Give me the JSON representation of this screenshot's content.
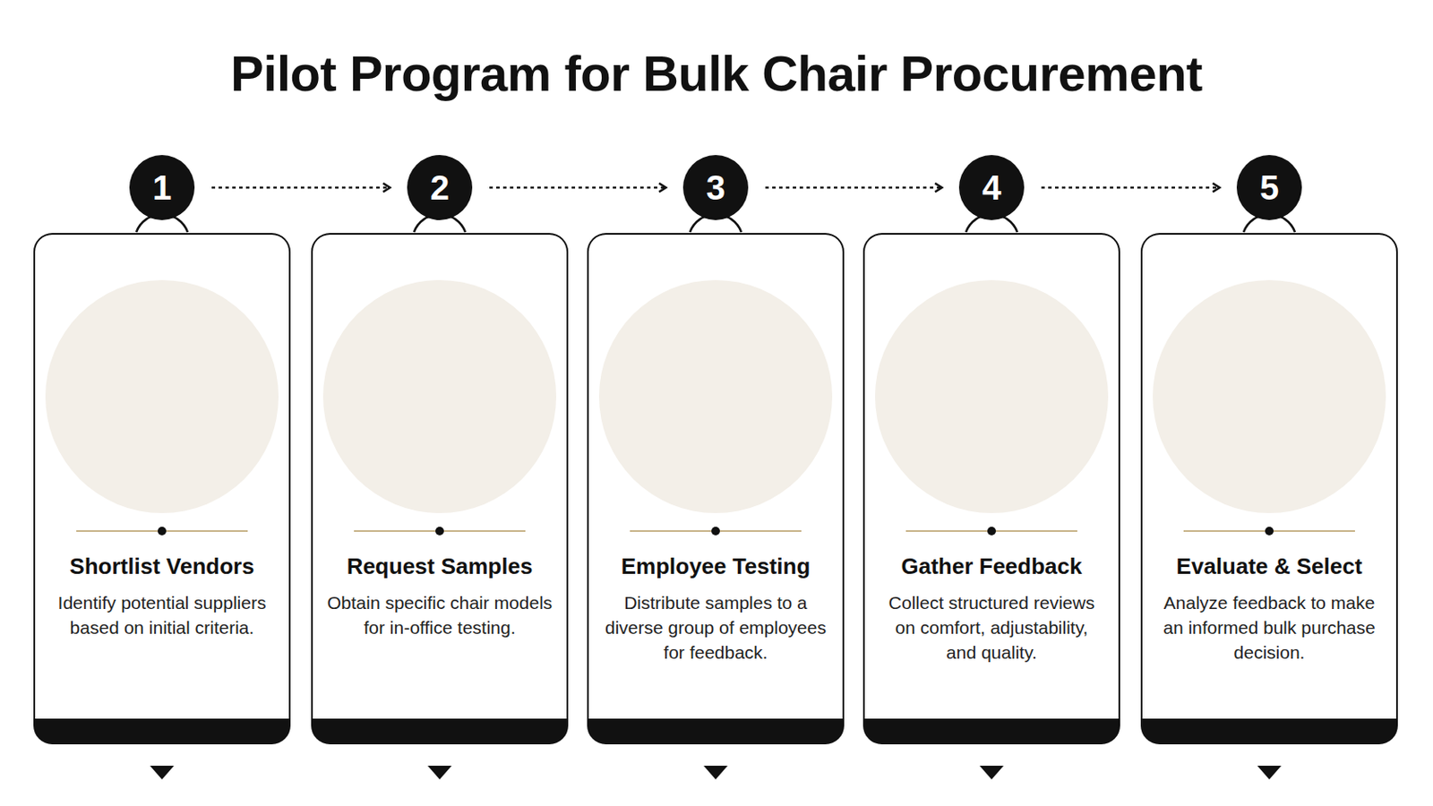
{
  "diagram": {
    "title": "Pilot Program for Bulk Chair Procurement",
    "nodes": [
      {
        "text": [
          "1"
        ]
      },
      {
        "text": [
          "2"
        ]
      },
      {
        "text": [
          "3"
        ]
      },
      {
        "text": [
          "4"
        ]
      },
      {
        "text": [
          "5"
        ]
      },
      {
        "text": [
          "Shortlist Vendors",
          "Identify potential suppliers based on initial criteria."
        ]
      },
      {
        "text": [
          "Request Samples",
          "Obtain specific chair models for in-office testing."
        ]
      },
      {
        "text": [
          "Employee Testing",
          "Distribute samples to a diverse group of employees for feedback."
        ]
      },
      {
        "text": [
          "Gather Feedback",
          "Collect structured reviews on comfort, adjustability, and quality."
        ]
      },
      {
        "text": [
          "Evaluate & Select",
          "Analyze feedback to make an informed bulk purchase decision."
        ]
      }
    ],
    "edges": [
      {
        "from": 0,
        "to": 1,
        "arrow": "to"
      },
      {
        "from": 1,
        "to": 2,
        "arrow": "to"
      },
      {
        "from": 2,
        "to": 3,
        "arrow": "to"
      },
      {
        "from": 3,
        "to": 4,
        "arrow": "to"
      }
    ]
  }
}
